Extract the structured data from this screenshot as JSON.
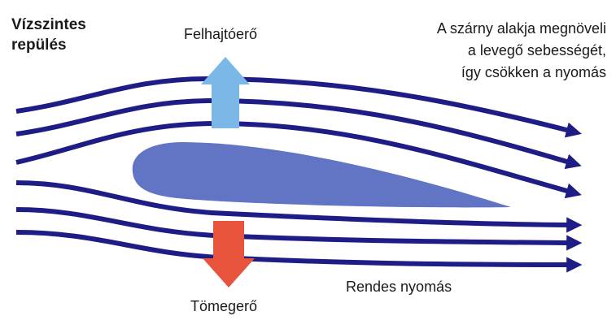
{
  "title": {
    "line1": "Vízszintes",
    "line2": "repülés"
  },
  "labels": {
    "lift": "Felhajtóerő",
    "weight": "Tömegerő",
    "normal_pressure": "Rendes nyomás",
    "note": [
      "A szárny alakja megnöveli",
      "a levegő sebességét,",
      "így csökken a nyomás"
    ]
  },
  "colors": {
    "streamline": "#1e1d86",
    "airfoil": "#6274c4",
    "lift_arrow": "#7bb8e8",
    "weight_arrow": "#e8533b",
    "text": "#1a1a1a"
  },
  "icons": {
    "lift_arrow": "arrow-up-icon",
    "weight_arrow": "arrow-down-icon",
    "streamline_head": "arrowhead-right-icon"
  }
}
